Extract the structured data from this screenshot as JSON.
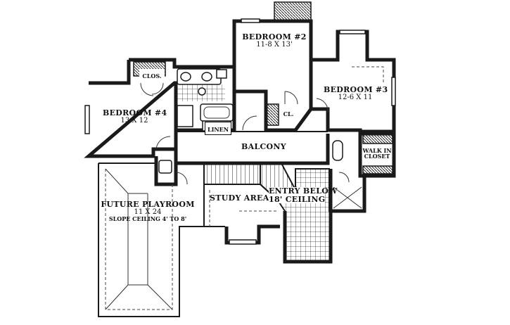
{
  "rooms": {
    "bedroom2": {
      "name": "BEDROOM #2",
      "dims": "11-8 X 13'"
    },
    "bedroom3": {
      "name": "BEDROOM #3",
      "dims": "12-6 X 11"
    },
    "bedroom4": {
      "name": "BEDROOM #4",
      "dims": "13 X 12"
    },
    "balcony": {
      "name": "BALCONY"
    },
    "playroom": {
      "name": "FUTURE PLAYROOM",
      "dims": "11 X 24",
      "note": "SLOPE CEILING 4' TO 8'"
    },
    "study": {
      "name": "STUDY AREA"
    },
    "entry": {
      "line1": "ENTRY BELOW",
      "line2": "18' CEILING"
    },
    "walkin": {
      "line1": "WALK IN",
      "line2": "CLOSET"
    }
  },
  "fixtures": {
    "clos": "CLOS.",
    "cl": "CL.",
    "linen": "LINEN"
  }
}
